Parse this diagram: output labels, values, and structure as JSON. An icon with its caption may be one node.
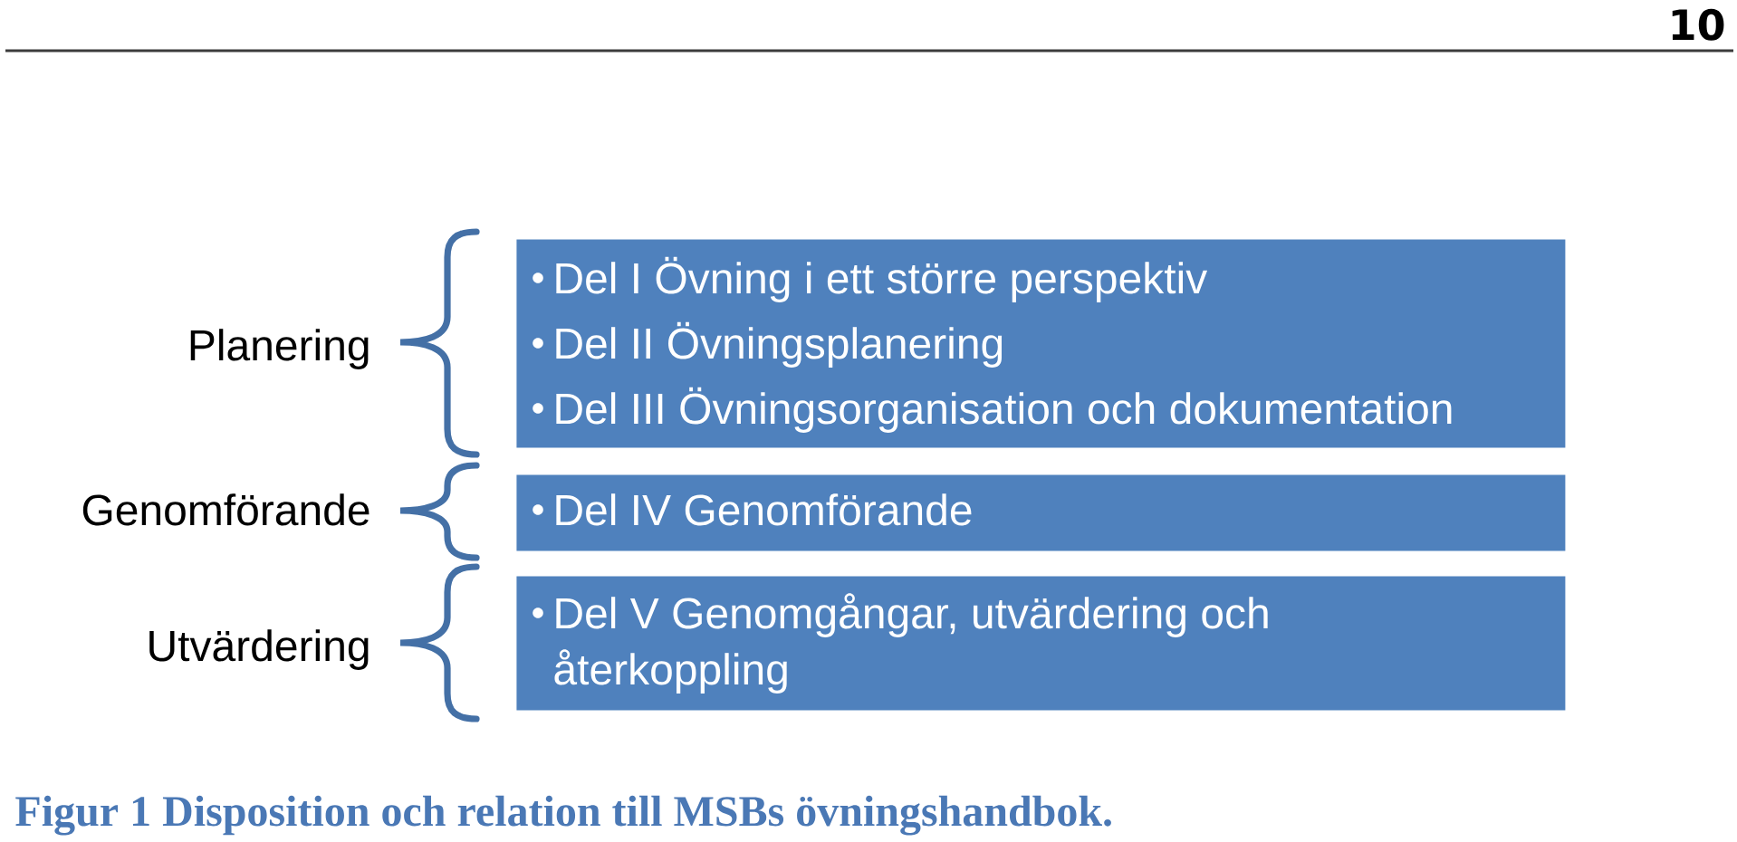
{
  "diagram": {
    "caption": "Figur 1 Disposition och relation till MSBs övningshandbok.",
    "nodes": [
      {
        "text": [
          "Del I Övning i ett större perspektiv",
          "Del II Övningsplanering",
          "Del III Övningsorganisation och dokumentation"
        ],
        "beside": [
          "Planering"
        ]
      },
      {
        "text": [
          "Del IV Genomförande"
        ],
        "beside": [
          "Genomförande"
        ]
      },
      {
        "text": [
          "Del V Genomgångar, utvärdering och återkoppling"
        ],
        "beside": [
          "Utvärdering"
        ]
      }
    ],
    "labels": [
      "10"
    ]
  }
}
